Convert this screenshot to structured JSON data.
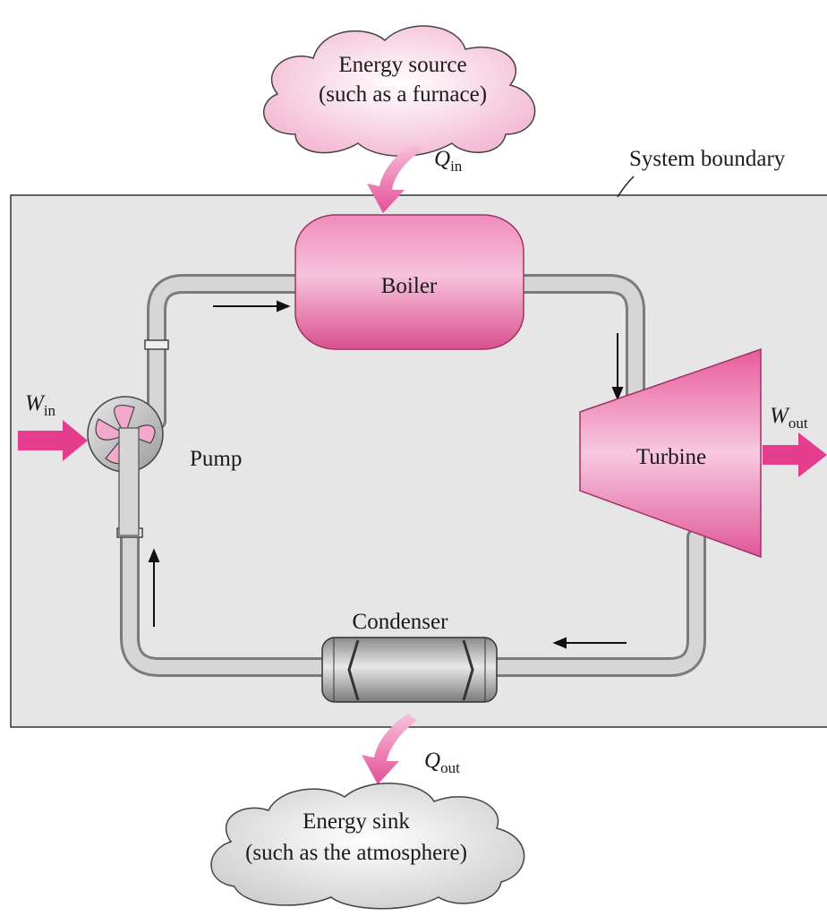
{
  "source_cloud": {
    "line1": "Energy source",
    "line2": "(such as a furnace)"
  },
  "sink_cloud": {
    "line1": "Energy sink",
    "line2": "(such as the atmosphere)"
  },
  "q_in": {
    "symbol": "Q",
    "sub": "in"
  },
  "q_out": {
    "symbol": "Q",
    "sub": "out"
  },
  "w_in": {
    "symbol": "W",
    "sub": "in"
  },
  "w_out": {
    "symbol": "W",
    "sub": "out"
  },
  "system_boundary_label": "System boundary",
  "components": {
    "boiler": "Boiler",
    "turbine": "Turbine",
    "pump": "Pump",
    "condenser": "Condenser"
  },
  "colors": {
    "pink": "#e8559c",
    "pink_light": "#f7c6de",
    "boundary_fill": "#e6e6e6",
    "pipe": "#b8b8b8"
  }
}
